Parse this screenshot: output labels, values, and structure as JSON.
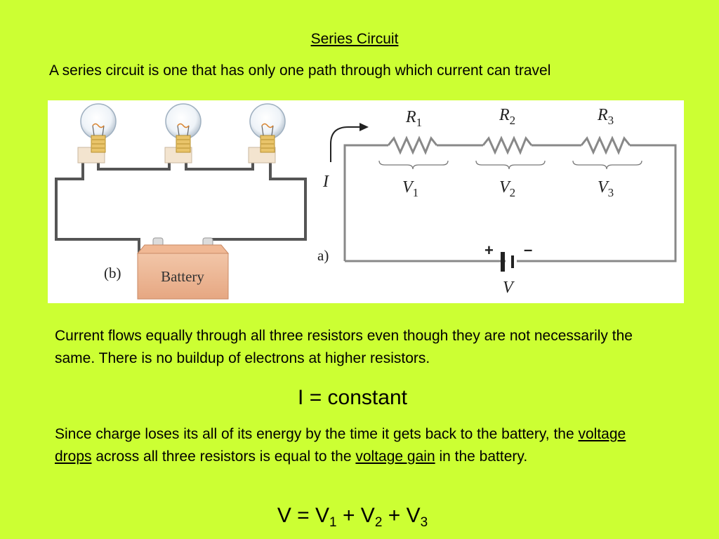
{
  "title": "Series Circuit",
  "subtitle": "A series circuit is one that has only one path through which current can travel",
  "figure": {
    "panel_b": {
      "label": "(b)",
      "battery_label": "Battery"
    },
    "panel_a": {
      "label": "a)",
      "current_label": "I",
      "resistors": [
        {
          "r": "R",
          "r_sub": "1",
          "v": "V",
          "v_sub": "1"
        },
        {
          "r": "R",
          "r_sub": "2",
          "v": "V",
          "v_sub": "2"
        },
        {
          "r": "R",
          "r_sub": "3",
          "v": "V",
          "v_sub": "3"
        }
      ],
      "plus": "+",
      "minus": "–",
      "source_label": "V"
    }
  },
  "paragraph1": "Current flows equally through all three resistors even though they are not necessarily the same.  There is no buildup of electrons at higher resistors.",
  "equation1": "I = constant",
  "paragraph2": {
    "part1": "Since charge loses its all of its energy by the time it gets back to the battery, the ",
    "link1": "voltage drops",
    "part2": " across all three resistors is equal to the ",
    "link2": "voltage gain",
    "part3": " in the battery."
  },
  "equation2": {
    "lhs": "V = V",
    "s1": "1",
    "p1": " + V",
    "s2": "2",
    "p2": " + V",
    "s3": "3"
  }
}
